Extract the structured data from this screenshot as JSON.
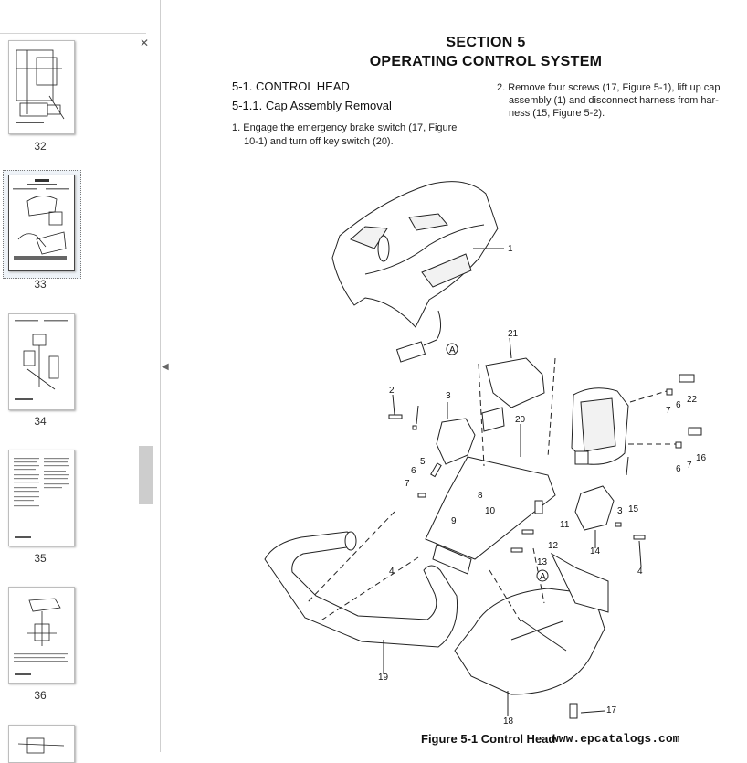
{
  "sidebar": {
    "close_glyph": "✕",
    "collapse_glyph": "◀",
    "pages": [
      {
        "number": "32",
        "selected": false
      },
      {
        "number": "33",
        "selected": true
      },
      {
        "number": "34",
        "selected": false
      },
      {
        "number": "35",
        "selected": false
      },
      {
        "number": "36",
        "selected": false
      }
    ]
  },
  "document": {
    "section": "SECTION 5",
    "section_title": "OPERATING CONTROL SYSTEM",
    "heading1": "5-1. CONTROL HEAD",
    "heading2": "5-1.1. Cap Assembly Removal",
    "step1_line1": "1. Engage the emergency brake switch (17, Figure",
    "step1_line2": "10-1) and turn off key switch (20).",
    "step2_line1": "2. Remove four screws (17, Figure 5-1), lift up cap",
    "step2_line2": "assembly (1) and disconnect harness from har-",
    "step2_line3": "ness (15, Figure 5-2).",
    "callouts": [
      "1",
      "21",
      "2",
      "3",
      "4",
      "22",
      "6",
      "7",
      "20",
      "16",
      "6",
      "7",
      "5",
      "6",
      "7",
      "8",
      "9",
      "10",
      "11",
      "12",
      "13",
      "14",
      "15",
      "3",
      "4",
      "19",
      "18",
      "17"
    ],
    "marker_a": "A",
    "figure_caption": "Figure 5-1 Control Head",
    "watermark": "www.epcatalogs.com"
  }
}
